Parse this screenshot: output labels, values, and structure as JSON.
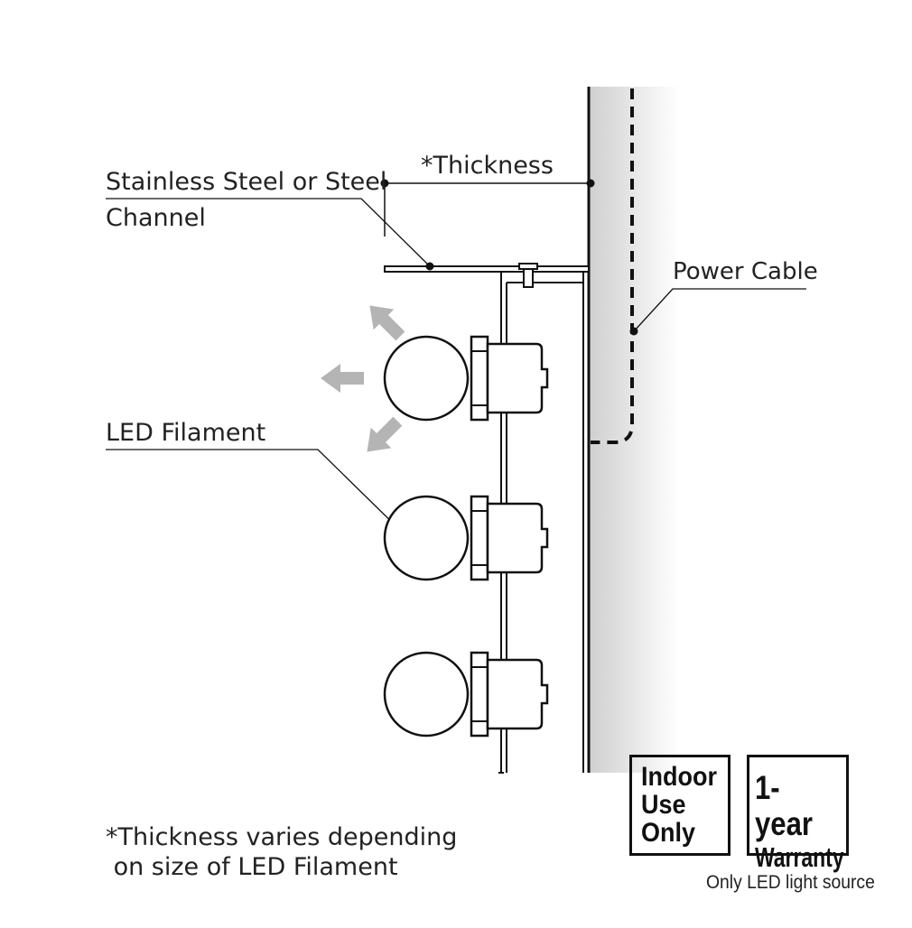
{
  "labels": {
    "channel_line1": "Stainless Steel or Steel",
    "channel_line2": "Channel",
    "thickness": "*Thickness",
    "power_cable": "Power Cable",
    "led_filament": "LED Filament"
  },
  "note": {
    "line1": "*Thickness varies depending",
    "line2": " on size of LED Filament"
  },
  "badges": {
    "indoor": [
      "Indoor",
      "Use",
      "Only"
    ],
    "warranty": [
      "1-year",
      "Warranty"
    ],
    "caption": "Only LED light source"
  },
  "colors": {
    "line": "#111111",
    "arrow": "#b4b4b4",
    "wall_shade": "#d6d6d6"
  },
  "icons": [
    "light-ray-arrow",
    "led-bulb",
    "bulb-socket"
  ]
}
